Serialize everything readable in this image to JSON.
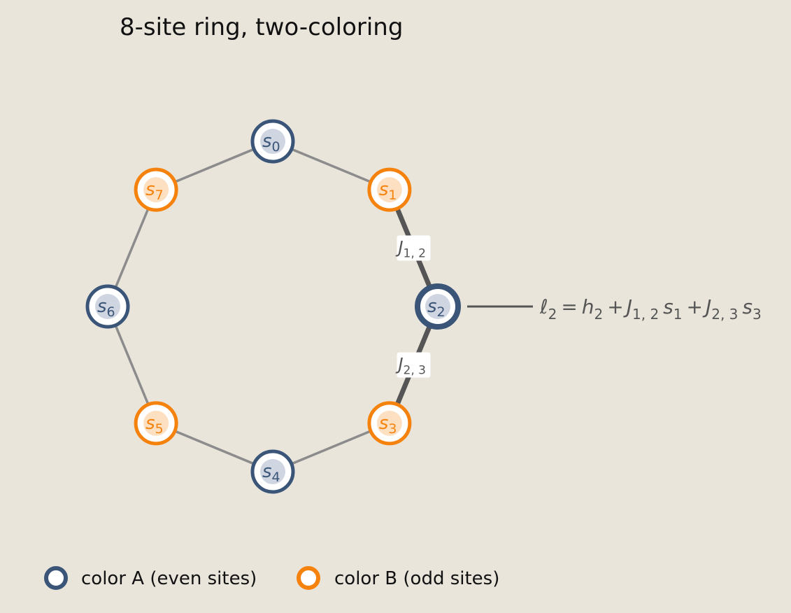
{
  "title": "8-site ring, two-coloring",
  "colors": {
    "background": "#e9e5db",
    "color_a": "#3a5578",
    "color_a_fill": "#cfd5e1",
    "color_b": "#f5820d",
    "color_b_fill": "#fde0c1",
    "edge_normal": "#8c8c8c",
    "edge_highlight": "#555555"
  },
  "sites": [
    {
      "id": 0,
      "symbol": "s",
      "subscript": "0",
      "color_group": "A",
      "highlighted": false
    },
    {
      "id": 1,
      "symbol": "s",
      "subscript": "1",
      "color_group": "B",
      "highlighted": false
    },
    {
      "id": 2,
      "symbol": "s",
      "subscript": "2",
      "color_group": "A",
      "highlighted": true
    },
    {
      "id": 3,
      "symbol": "s",
      "subscript": "3",
      "color_group": "B",
      "highlighted": false
    },
    {
      "id": 4,
      "symbol": "s",
      "subscript": "4",
      "color_group": "A",
      "highlighted": false
    },
    {
      "id": 5,
      "symbol": "s",
      "subscript": "5",
      "color_group": "B",
      "highlighted": false
    },
    {
      "id": 6,
      "symbol": "s",
      "subscript": "6",
      "color_group": "A",
      "highlighted": false
    },
    {
      "id": 7,
      "symbol": "s",
      "subscript": "7",
      "color_group": "B",
      "highlighted": false
    }
  ],
  "edges": [
    {
      "from": 0,
      "to": 1,
      "highlighted": false
    },
    {
      "from": 1,
      "to": 2,
      "highlighted": true,
      "label_symbol": "J",
      "label_subscript": "1, 2"
    },
    {
      "from": 2,
      "to": 3,
      "highlighted": true,
      "label_symbol": "J",
      "label_subscript": "2, 3"
    },
    {
      "from": 3,
      "to": 4,
      "highlighted": false
    },
    {
      "from": 4,
      "to": 5,
      "highlighted": false
    },
    {
      "from": 5,
      "to": 6,
      "highlighted": false
    },
    {
      "from": 6,
      "to": 7,
      "highlighted": false
    },
    {
      "from": 7,
      "to": 0,
      "highlighted": false
    }
  ],
  "formula": {
    "lhs_symbol": "ℓ",
    "lhs_subscript": "2",
    "equals": "=",
    "h_symbol": "h",
    "h_subscript": "2",
    "plus": "+",
    "j12_symbol": "J",
    "j12_subscript": "1, 2",
    "s1_symbol": "s",
    "s1_subscript": "1",
    "j23_symbol": "J",
    "j23_subscript": "2, 3",
    "s3_symbol": "s",
    "s3_subscript": "3"
  },
  "legend": [
    {
      "label": "color A (even sites)",
      "color_group": "A"
    },
    {
      "label": "color B (odd sites)",
      "color_group": "B"
    }
  ]
}
